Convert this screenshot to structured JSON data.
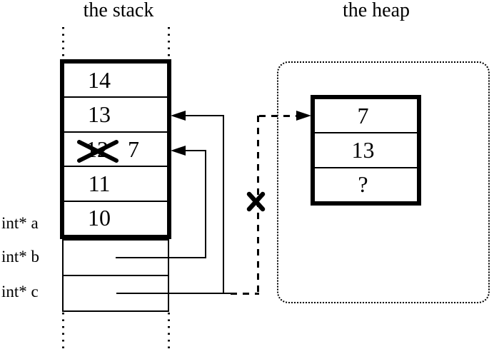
{
  "titles": {
    "stack": "the stack",
    "heap": "the heap"
  },
  "stack": {
    "rows": [
      {
        "value": "14"
      },
      {
        "value": "13"
      },
      {
        "old_value": "12",
        "new_value": "7",
        "crossed_out": true
      },
      {
        "value": "11"
      },
      {
        "value": "10"
      }
    ]
  },
  "heap": {
    "rows": [
      {
        "value": "7"
      },
      {
        "value": "13"
      },
      {
        "value": "?"
      }
    ]
  },
  "pointer_labels": {
    "a": "int* a",
    "b": "int* b",
    "c": "int* c"
  },
  "annotations": {
    "crossed_out_stack_value": "12",
    "invalid_heap_pointer_marked": true
  },
  "colors": {
    "line": "#000000",
    "background": "#ffffff"
  }
}
